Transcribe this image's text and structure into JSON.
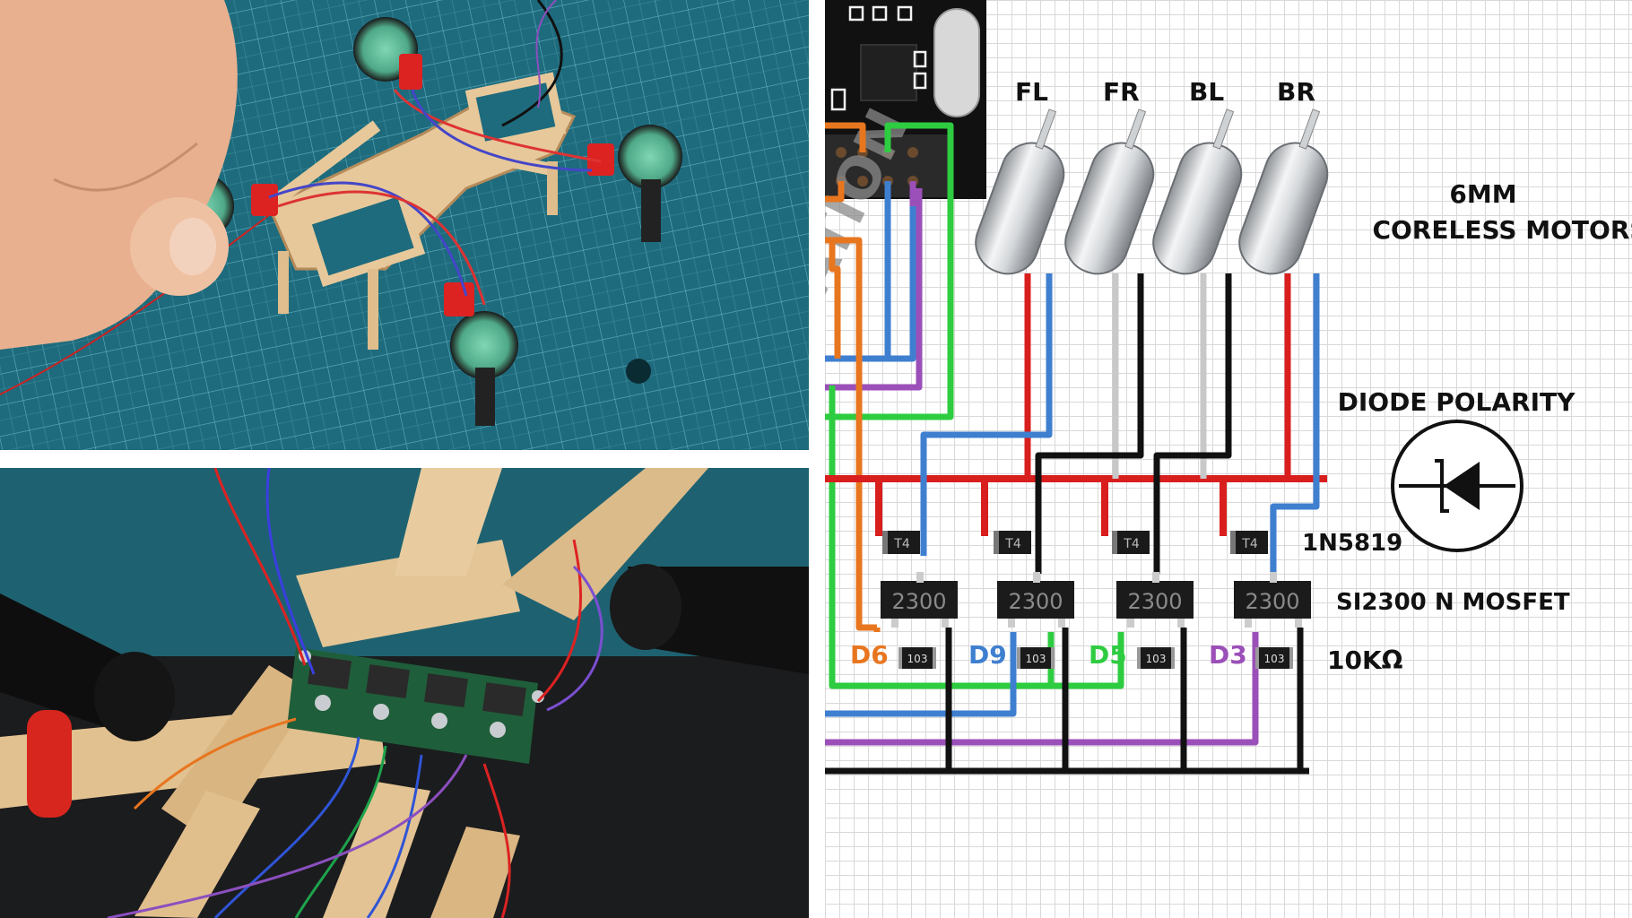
{
  "schematic": {
    "motors_title_line1": "6MM",
    "motors_title_line2": "CORELESS MOTORS",
    "motor_labels": [
      "FL",
      "FR",
      "BL",
      "BR"
    ],
    "diode_polarity_title": "DIODE POLARITY",
    "diode_part": "1N5819",
    "mosfet_part": "SI2300 N MOSFET",
    "resistor_value": "10KΩ",
    "mosfet_marking": "2300",
    "diode_marking": "T4",
    "resistor_marking": "103",
    "pin_labels": [
      "D6",
      "D9",
      "D5",
      "D3"
    ],
    "watermark_text": "LATION",
    "colors": {
      "red": "#d91e1e",
      "black": "#111111",
      "blue": "#3f7fd0",
      "green": "#2ecc40",
      "orange": "#e8761f",
      "purple": "#9b4fb8",
      "gray": "#c8c8c8",
      "d6": "#e8761f",
      "d9": "#3f7fd0",
      "d5": "#2ecc40",
      "d3": "#9b4fb8"
    }
  },
  "photos": {
    "top_description_icon": "drone-frame-photo",
    "bottom_description_icon": "soldered-board-photo"
  }
}
